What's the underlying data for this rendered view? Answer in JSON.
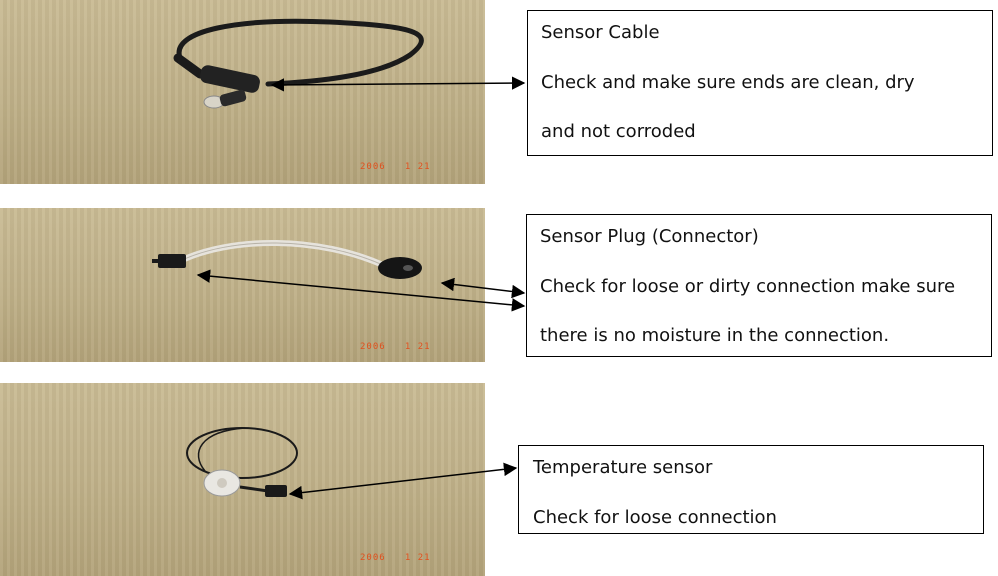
{
  "items": [
    {
      "photo_date": "2006   1 21",
      "lines": [
        "Sensor Cable",
        "Check and make sure ends are clean, dry",
        "and not corroded"
      ]
    },
    {
      "photo_date": "2006   1 21",
      "lines": [
        "Sensor Plug (Connector)",
        "Check for loose or dirty connection make sure",
        "there is no moisture in the connection."
      ]
    },
    {
      "photo_date": "2006   1 21",
      "lines": [
        "Temperature sensor",
        "Check for loose connection"
      ]
    }
  ]
}
